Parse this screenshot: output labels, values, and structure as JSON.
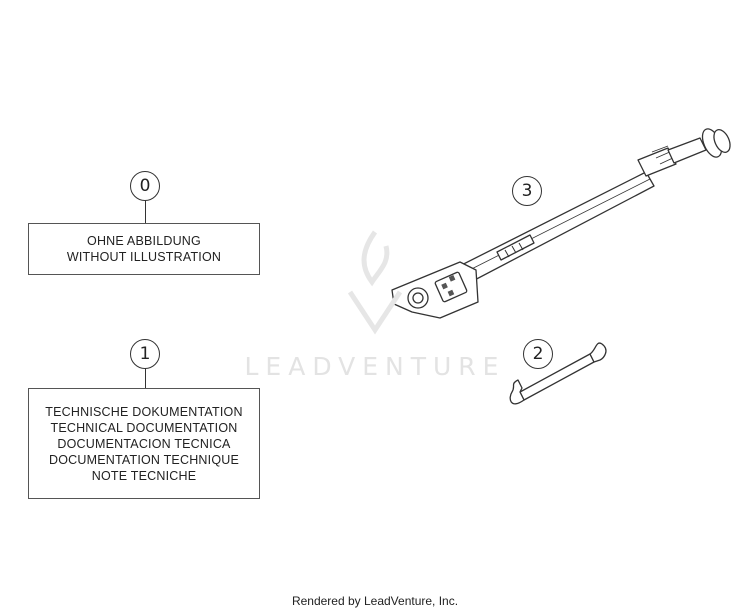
{
  "callouts": {
    "c0": "0",
    "c1": "1",
    "c2": "2",
    "c3": "3"
  },
  "box0": {
    "lines": [
      "OHNE ABBILDUNG",
      "WITHOUT ILLUSTRATION"
    ]
  },
  "box1": {
    "lines": [
      "TECHNISCHE DOKUMENTATION",
      "TECHNICAL DOCUMENTATION",
      "DOCUMENTACION TECNICA",
      "DOCUMENTATION TECHNIQUE",
      "NOTE TECNICHE"
    ]
  },
  "watermark": "LEADVENTURE",
  "footer": "Rendered by LeadVenture, Inc."
}
